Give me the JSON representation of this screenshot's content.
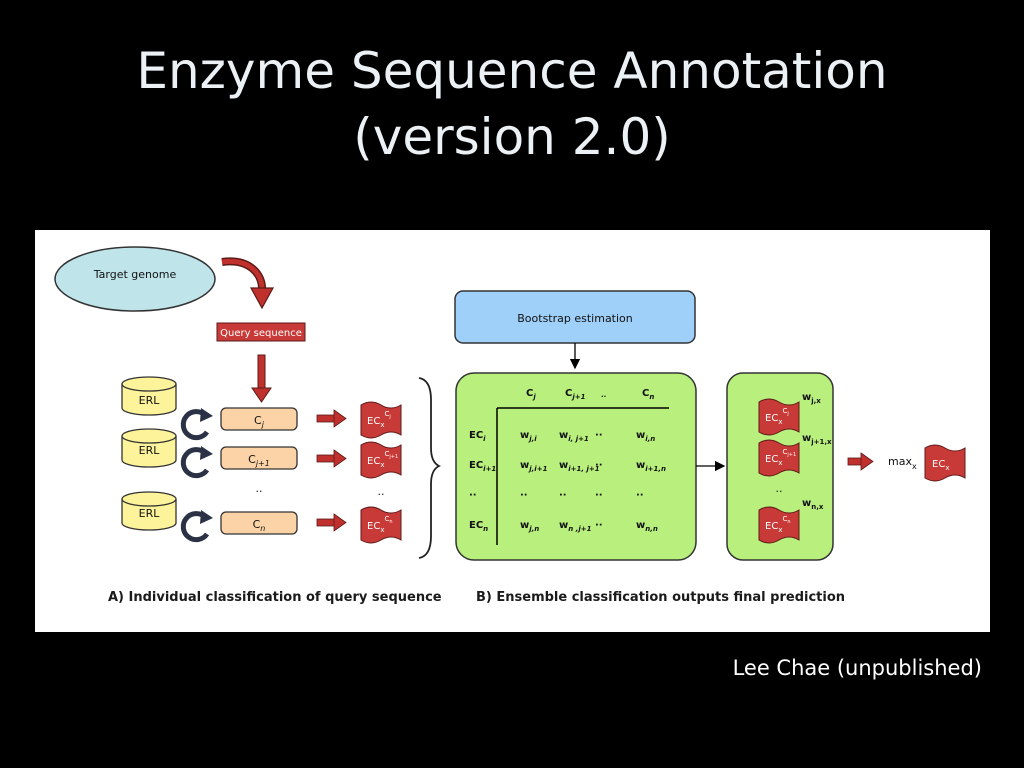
{
  "slide": {
    "title_line1": "Enzyme Sequence Annotation",
    "title_line2": "(version 2.0)",
    "credit": "Lee Chae (unpublished)"
  },
  "colors": {
    "background": "#000000",
    "panel": "#ffffff",
    "genome_fill": "#bfe5ea",
    "db_fill": "#fdf39a",
    "classifier_fill": "#fbd3a6",
    "ec_fill": "#c83a37",
    "ensemble_fill": "#b9f07d",
    "bootstrap_fill": "#9fd0fa",
    "arrow_red": "#c0302d"
  },
  "diagram": {
    "target_genome": "Target genome",
    "query_sequence": "Query sequence",
    "erl": [
      "ERL",
      "ERL",
      "ERL"
    ],
    "classifiers": [
      {
        "base": "C",
        "sub": "j"
      },
      {
        "base": "C",
        "sub": "j+1"
      },
      {
        "base": "C",
        "sub": "n"
      }
    ],
    "ellipsis": "··",
    "ec_flags": [
      {
        "base": "EC",
        "sub": "x",
        "sup_base": "C",
        "sup_sub": "j"
      },
      {
        "base": "EC",
        "sub": "x",
        "sup_base": "C",
        "sup_sub": "j+1"
      },
      {
        "base": "EC",
        "sub": "x",
        "sup_base": "C",
        "sup_sub": "n"
      }
    ],
    "bootstrap": "Bootstrap estimation",
    "matrix_cols": [
      {
        "base": "C",
        "sub": "j"
      },
      {
        "base": "C",
        "sub": "j+1"
      },
      {
        "base": "",
        "sub": "··"
      },
      {
        "base": "C",
        "sub": "n"
      }
    ],
    "matrix_rows": [
      {
        "base": "EC",
        "sub": "i"
      },
      {
        "base": "EC",
        "sub": "i+1"
      },
      {
        "base": "··",
        "sub": ""
      },
      {
        "base": "EC",
        "sub": "n"
      }
    ],
    "matrix_cells": [
      [
        {
          "b": "w",
          "s": "j,i"
        },
        {
          "b": "w",
          "s": "i, j+1"
        },
        {
          "b": "··",
          "s": ""
        },
        {
          "b": "w",
          "s": "i,n"
        }
      ],
      [
        {
          "b": "w",
          "s": "j,i+1"
        },
        {
          "b": "w",
          "s": "i+1, j+1"
        },
        {
          "b": "··",
          "s": ""
        },
        {
          "b": "w",
          "s": "i+1,n"
        }
      ],
      [
        {
          "b": "··",
          "s": ""
        },
        {
          "b": "··",
          "s": ""
        },
        {
          "b": "··",
          "s": ""
        },
        {
          "b": "··",
          "s": ""
        }
      ],
      [
        {
          "b": "w",
          "s": "j,n"
        },
        {
          "b": "w",
          "s": "n ,j+1"
        },
        {
          "b": "··",
          "s": ""
        },
        {
          "b": "w",
          "s": "n,n"
        }
      ]
    ],
    "weights": [
      {
        "base": "w",
        "sub": "j,x"
      },
      {
        "base": "w",
        "sub": "j+1,x"
      },
      {
        "base": "w",
        "sub": "n,x"
      }
    ],
    "max_label": {
      "base": "max",
      "sub": "x"
    },
    "final_ec": {
      "base": "EC",
      "sub": "x"
    },
    "caption_a": "A) Individual classification of query sequence",
    "caption_b": "B) Ensemble classification outputs final prediction"
  }
}
